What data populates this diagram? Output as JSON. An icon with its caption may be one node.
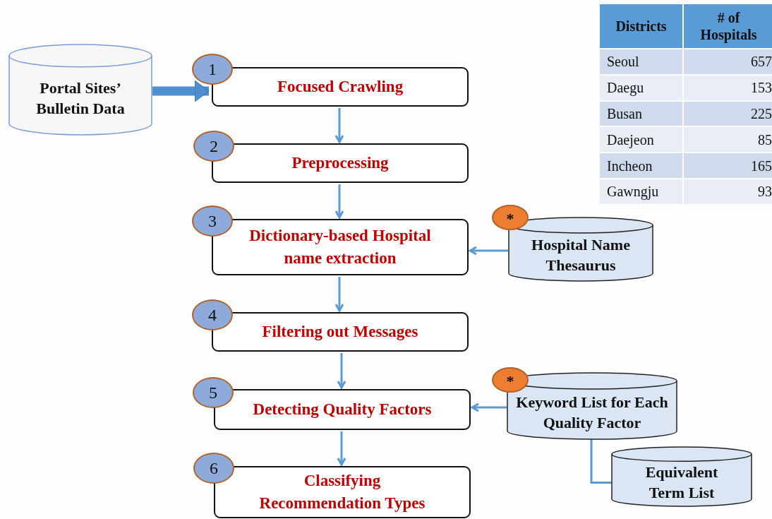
{
  "diagram": {
    "nodes": [
      {
        "text": [
          "Portal Sites’ Bulletin Data"
        ]
      },
      {
        "text": [
          "1"
        ]
      },
      {
        "text": [
          "Focused Crawling"
        ]
      },
      {
        "text": [
          "2"
        ]
      },
      {
        "text": [
          "Preprocessing"
        ]
      },
      {
        "text": [
          "3"
        ]
      },
      {
        "text": [
          "Dictionary-based Hospital name extraction"
        ]
      },
      {
        "text": [
          "*"
        ]
      },
      {
        "text": [
          "Hospital Name Thesaurus"
        ]
      },
      {
        "text": [
          "4"
        ]
      },
      {
        "text": [
          "Filtering out Messages"
        ]
      },
      {
        "text": [
          "5"
        ]
      },
      {
        "text": [
          "Detecting Quality Factors"
        ]
      },
      {
        "text": [
          "*"
        ]
      },
      {
        "text": [
          "Keyword List for Each Quality Factor"
        ]
      },
      {
        "text": [
          "Equivalent Term List"
        ]
      },
      {
        "text": [
          "6"
        ]
      },
      {
        "text": [
          "Classifying Recommendation Types"
        ]
      }
    ],
    "edges": [
      {
        "from": 0,
        "to": 2,
        "arrow": "to",
        "style": "thick"
      },
      {
        "from": 2,
        "to": 4,
        "arrow": "to"
      },
      {
        "from": 4,
        "to": 6,
        "arrow": "to"
      },
      {
        "from": 8,
        "to": 6,
        "arrow": "to"
      },
      {
        "from": 6,
        "to": 10,
        "arrow": "to"
      },
      {
        "from": 10,
        "to": 12,
        "arrow": "to"
      },
      {
        "from": 14,
        "to": 12,
        "arrow": "to"
      },
      {
        "from": 14,
        "to": 15,
        "arrow": "none"
      },
      {
        "from": 12,
        "to": 17,
        "arrow": "to"
      }
    ],
    "labels": [
      "Districts",
      "# of Hospitals",
      "Seoul",
      "657",
      "Daegu",
      "153",
      "Busan",
      "225",
      "Daejeon",
      "85",
      "Incheon",
      "165",
      "Gawngju",
      "93"
    ]
  }
}
